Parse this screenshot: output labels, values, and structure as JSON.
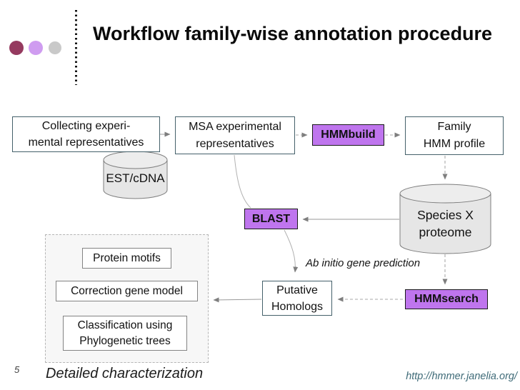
{
  "slide": {
    "title": "Workflow family-wise annotation procedure",
    "page_number": "5",
    "footer_caption": "Detailed characterization",
    "footer_url": "http://hmmer.janelia.org/"
  },
  "colors": {
    "accent_purple": "#bf75ee",
    "bullet_maroon": "#953a5f",
    "bullet_lilac": "#cf9cf0",
    "bullet_gray": "#c9c9c9",
    "link_teal": "#3f6b78",
    "connector_gray": "#9a9a9a",
    "cylinder_fill": "#e6e6e6"
  },
  "nodes": {
    "collecting": {
      "lines": [
        "Collecting experi-",
        "mental representatives"
      ]
    },
    "msa": {
      "lines": [
        "MSA experimental",
        "representatives"
      ]
    },
    "hmmbuild": {
      "label": "HMMbuild"
    },
    "family_profile": {
      "lines": [
        "Family",
        "HMM profile"
      ]
    },
    "est_cdna": {
      "label": "EST/cDNA"
    },
    "blast": {
      "label": "BLAST"
    },
    "species_proteome": {
      "lines": [
        "Species X",
        "proteome"
      ]
    },
    "protein_motifs": {
      "label": "Protein motifs"
    },
    "correction_gene_model": {
      "label": "Correction gene model"
    },
    "classification": {
      "lines": [
        "Classification using",
        "Phylogenetic trees"
      ]
    },
    "putative_homologs": {
      "lines": [
        "Putative",
        "Homologs"
      ]
    },
    "hmmsearch": {
      "label": "HMMsearch"
    }
  },
  "annotations": {
    "ab_initio": "Ab initio gene prediction"
  }
}
